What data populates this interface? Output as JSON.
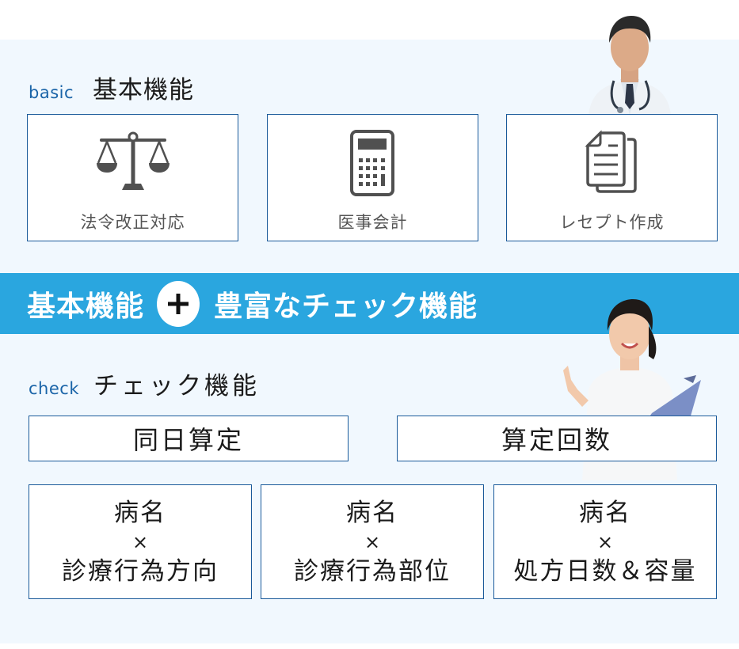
{
  "basic_section": {
    "label_en": "basic",
    "label_jp": "基本機能",
    "cards": [
      {
        "icon": "scales-icon",
        "label": "法令改正対応"
      },
      {
        "icon": "calculator-icon",
        "label": "医事会計"
      },
      {
        "icon": "documents-icon",
        "label": "レセプト作成"
      }
    ]
  },
  "banner": {
    "left": "基本機能",
    "plus_icon": "plus-icon",
    "right": "豊富なチェック機能",
    "background": "#2aa6df"
  },
  "check_section": {
    "label_en": "check",
    "label_jp": "チェック機能",
    "wide_items": [
      {
        "label": "同日算定"
      },
      {
        "label": "算定回数"
      }
    ],
    "combo_items": [
      {
        "top": "病名",
        "op": "×",
        "bottom": "診療行為方向"
      },
      {
        "top": "病名",
        "op": "×",
        "bottom": "診療行為部位"
      },
      {
        "top": "病名",
        "op": "×",
        "bottom": "処方日数＆容量"
      }
    ]
  },
  "colors": {
    "accent_blue": "#1a64a8",
    "panel_bg": "#f1f8fe",
    "card_border": "#1a5a9a",
    "icon_gray": "#505050"
  }
}
